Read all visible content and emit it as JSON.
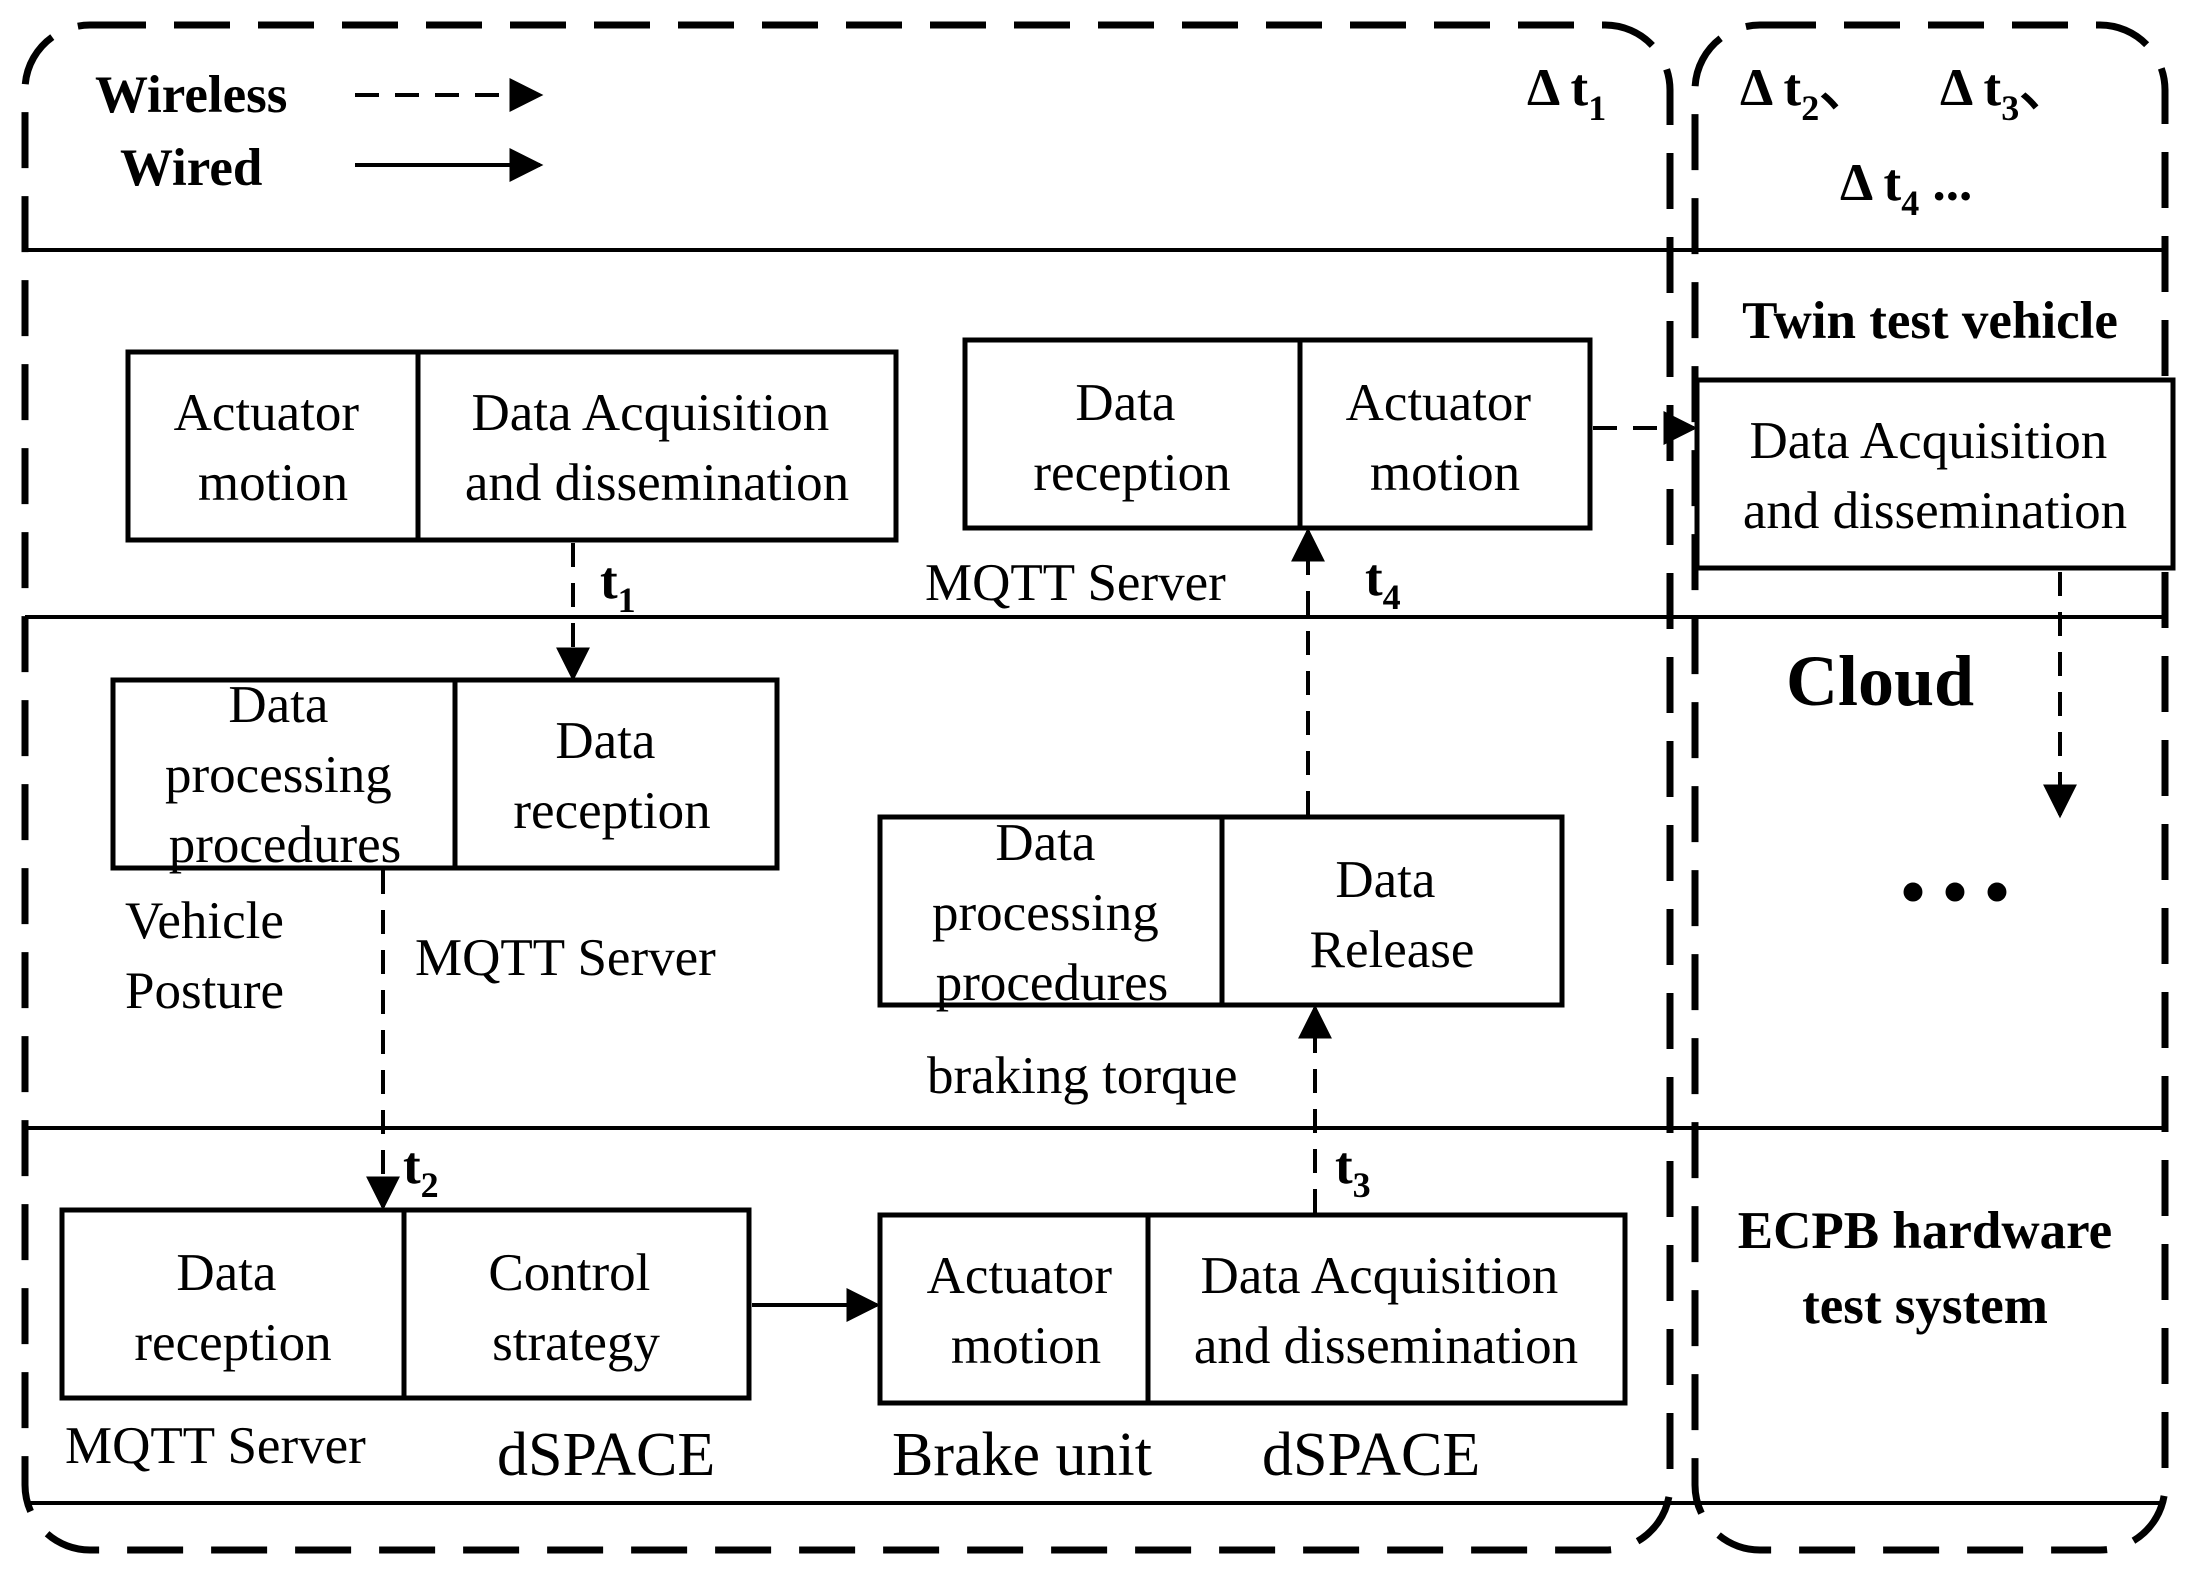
{
  "legend": {
    "wireless": "Wireless",
    "wired": "Wired"
  },
  "time_labels": {
    "delta_t1": {
      "base": "Δ t",
      "sub": "1"
    },
    "delta_t2": {
      "base": "Δ t",
      "sub": "2",
      "suffix": "、"
    },
    "delta_t3": {
      "base": "Δ t",
      "sub": "3",
      "suffix": "、"
    },
    "delta_t4": {
      "base": "Δ t",
      "sub": "4",
      "suffix": " ..."
    }
  },
  "sections": {
    "twin_test_vehicle": "Twin test vehicle",
    "cloud": "Cloud",
    "ecpb_line1": "ECPB hardware",
    "ecpb_line2": "test system",
    "ellipsis": "• • •"
  },
  "boxes": {
    "tv_actuator": [
      "Actuator",
      "motion"
    ],
    "tv_acquisition": [
      "Data Acquisition",
      "and dissemination"
    ],
    "mqtt_top_reception": [
      "Data",
      "reception"
    ],
    "mqtt_top_actuator": [
      "Actuator",
      "motion"
    ],
    "twin_acquisition": [
      "Data Acquisition",
      "and dissemination"
    ],
    "cloud_processing_left": [
      "Data",
      "processing",
      "procedures"
    ],
    "cloud_reception_left": [
      "Data",
      "reception"
    ],
    "cloud_processing_mid": [
      "Data",
      "processing",
      "procedures"
    ],
    "cloud_release": [
      "Data",
      "Release"
    ],
    "hw_reception": [
      "Data",
      "reception"
    ],
    "hw_control": [
      "Control",
      "strategy"
    ],
    "hw_actuator": [
      "Actuator",
      "motion"
    ],
    "hw_acquisition": [
      "Data Acquisition",
      "and dissemination"
    ]
  },
  "captions": {
    "mqtt_top": "MQTT Server",
    "vehicle_posture": [
      "Vehicle",
      "Posture"
    ],
    "mqtt_cloud": "MQTT Server",
    "braking_torque": "braking torque",
    "mqtt_bottom": "MQTT Server",
    "dspace_left": "dSPACE",
    "brake_unit": "Brake unit",
    "dspace_right": "dSPACE"
  },
  "arrow_labels": {
    "t1": {
      "base": "t",
      "sub": "1"
    },
    "t2": {
      "base": "t",
      "sub": "2"
    },
    "t3": {
      "base": "t",
      "sub": "3"
    },
    "t4": {
      "base": "t",
      "sub": "4"
    }
  }
}
